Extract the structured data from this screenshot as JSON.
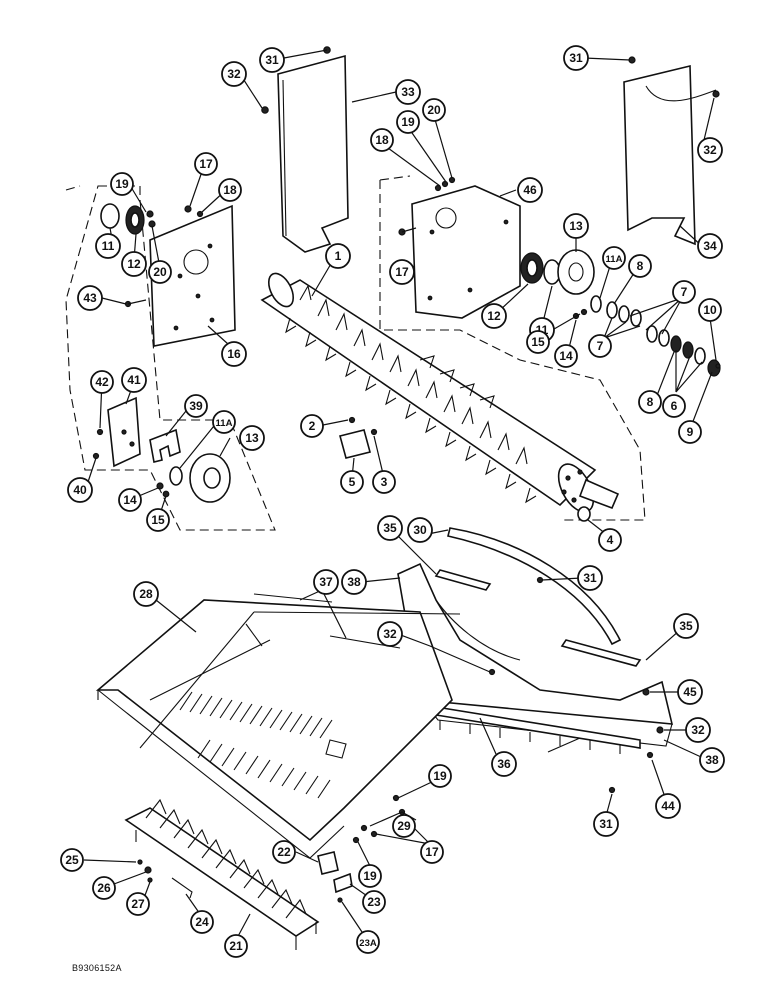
{
  "figure_code": "B9306152A",
  "callouts": {
    "c1": "1",
    "c2": "2",
    "c3": "3",
    "c4": "4",
    "c5": "5",
    "c6": "6",
    "c7a": "7",
    "c7b": "7",
    "c8a": "8",
    "c8b": "8",
    "c9": "9",
    "c10": "10",
    "c11a": "11",
    "c11b": "11",
    "c11Aa": "11A",
    "c11Ab": "11A",
    "c12a": "12",
    "c12b": "12",
    "c13a": "13",
    "c13b": "13",
    "c14a": "14",
    "c14b": "14",
    "c15a": "15",
    "c15b": "15",
    "c16": "16",
    "c17a": "17",
    "c17b": "17",
    "c17c": "17",
    "c18a": "18",
    "c18b": "18",
    "c19a": "19",
    "c19b": "19",
    "c19c": "19",
    "c19d": "19",
    "c20a": "20",
    "c20b": "20",
    "c21": "21",
    "c22": "22",
    "c23": "23",
    "c23A": "23A",
    "c24": "24",
    "c25": "25",
    "c26": "26",
    "c27": "27",
    "c28": "28",
    "c29": "29",
    "c30": "30",
    "c31a": "31",
    "c31b": "31",
    "c31c": "31",
    "c31d": "31",
    "c32a": "32",
    "c32b": "32",
    "c32c": "32",
    "c32d": "32",
    "c33": "33",
    "c34": "34",
    "c35a": "35",
    "c35b": "35",
    "c36": "36",
    "c37": "37",
    "c38a": "38",
    "c38b": "38",
    "c39": "39",
    "c40": "40",
    "c41": "41",
    "c42": "42",
    "c43": "43",
    "c44": "44",
    "c45": "45",
    "c46": "46"
  }
}
